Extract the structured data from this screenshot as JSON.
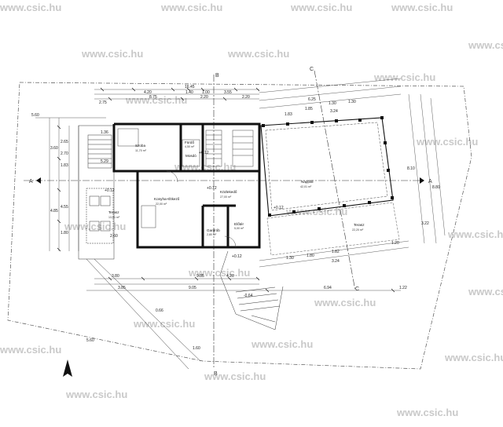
{
  "watermark": "www.csic.hu",
  "rooms": {
    "szoba": {
      "name": "Szoba",
      "area": "11,70 m²"
    },
    "furdo": {
      "name": "Fürdő",
      "area": "4,50 m²"
    },
    "mosdo": {
      "name": "Mosdó"
    },
    "konyha": {
      "name": "Konyha+Étkező",
      "area": "22,00 m²"
    },
    "kozlekedo": {
      "name": "Közlekedő",
      "area": "27,00 m²"
    },
    "eloter": {
      "name": "Előtér",
      "area": "5,00 m²"
    },
    "gardrob": {
      "name": "Gardrób",
      "area": "2,80 m²"
    },
    "nappali": {
      "name": "Nappali",
      "area": "42,01 m²"
    },
    "terasz_left": {
      "name": "Terasz",
      "area": "13,01 m²"
    },
    "terasz_right": {
      "name": "Terasz",
      "area": "22,20 m²"
    }
  },
  "section_marks": {
    "a": "A",
    "b": "B",
    "c": "C"
  },
  "levels": {
    "l1": "+0.12",
    "l2": "+0.12",
    "l3": "+0.12",
    "l4": "+0.12",
    "l5": "+0.12",
    "l6": "-0.64"
  },
  "dims_top": [
    "16.45",
    "4.20",
    "1.40",
    "1.00",
    "3.55",
    "2.20",
    "8.75",
    "2.20",
    "2.75",
    "5.60",
    "1.36"
  ],
  "dims_right": [
    "6.25",
    "1.30",
    "1.30",
    "3.24",
    "1.83",
    "1.85",
    "8.10",
    "8.80",
    "3.22"
  ],
  "dims_left": [
    "3.60",
    "2.65",
    "2.70",
    "1.83",
    "4.85",
    "4.55",
    "1.80",
    "2.60",
    "5.29"
  ],
  "dims_bottom": [
    "3.80",
    "4.20",
    "9.85",
    "3.85",
    "9.05",
    "6.94",
    "1.22",
    "1.30",
    "1.80",
    "1.82",
    "3.24",
    "1.20"
  ],
  "dims_misc": [
    "0.66",
    "1.60",
    "1.80",
    "5.60"
  ]
}
